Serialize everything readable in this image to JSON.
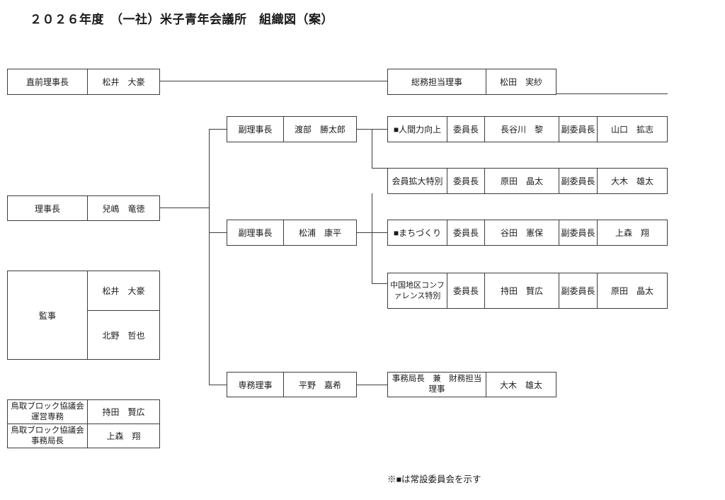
{
  "title": "２０２６年度　（一社）米子青年会議所　組織図（案）",
  "footnote": "※■は常設委員会を示す",
  "colors": {
    "line": "#3c3c3c",
    "text": "#1a1a1a",
    "background": "#ffffff"
  },
  "boxes": {
    "immediate_past_president": {
      "role": "直前理事長",
      "name": "松井　大豪"
    },
    "general_affairs_director": {
      "role": "総務担当理事",
      "name": "松田　実紗"
    },
    "president": {
      "role": "理事長",
      "name": "兒嶋　竜徳"
    },
    "vice_president_1": {
      "role": "副理事長",
      "name": "渡部　勝太郎"
    },
    "vice_president_2": {
      "role": "副理事長",
      "name": "松浦　康平"
    },
    "executive_director": {
      "role": "専務理事",
      "name": "平野　嘉希"
    },
    "auditors": {
      "role": "監事",
      "name_1": "松井　大豪",
      "name_2": "北野　哲也"
    },
    "secretary_general": {
      "role": "事務局長　兼　財務担当\n理事",
      "name": "大木　雄太"
    },
    "tottori_block_1": {
      "role": "鳥取ブロック協議会\n運営専務",
      "name": "持田　賢広"
    },
    "tottori_block_2": {
      "role": "鳥取ブロック協議会\n事務局長",
      "name": "上森　翔"
    }
  },
  "committees": [
    {
      "name": "■人間力向上",
      "chair_label": "委員長",
      "chair_name": "長谷川　黎",
      "vice_label": "副委員長",
      "vice_name": "山口　拡志"
    },
    {
      "name": "会員拡大特別",
      "chair_label": "委員長",
      "chair_name": "原田　晶太",
      "vice_label": "副委員長",
      "vice_name": "大木　雄太"
    },
    {
      "name": "■まちづくり",
      "chair_label": "委員長",
      "chair_name": "谷田　憲保",
      "vice_label": "副委員長",
      "vice_name": "上森　翔"
    },
    {
      "name": "中国地区コンフ\nァレンス特別",
      "chair_label": "委員長",
      "chair_name": "持田　賢広",
      "vice_label": "副委員長",
      "vice_name": "原田　晶太"
    }
  ]
}
